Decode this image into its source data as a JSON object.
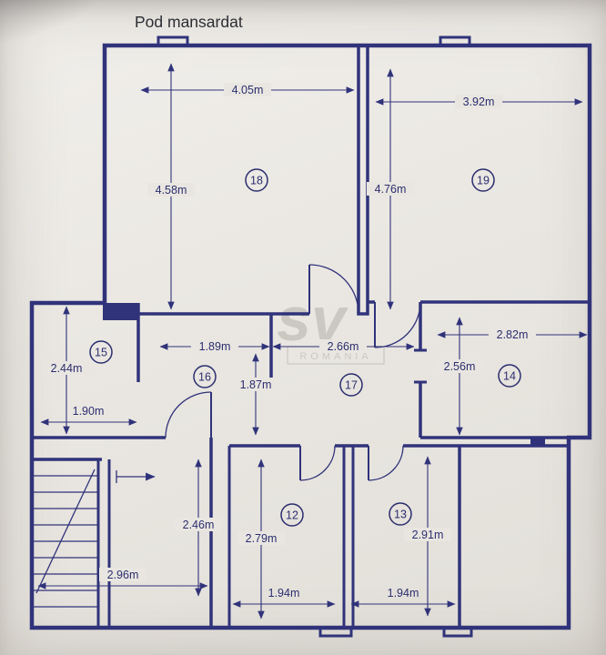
{
  "title": "Pod mansardat",
  "watermark": {
    "logo": "sv",
    "subtext": "ROMANIA"
  },
  "rooms": {
    "r12": "12",
    "r13": "13",
    "r14": "14",
    "r15": "15",
    "r16": "16",
    "r17": "17",
    "r18": "18",
    "r19": "19"
  },
  "dimensions": {
    "room18_width": "4.05m",
    "room18_height": "4.58m",
    "room19_width": "3.92m",
    "room19_height": "4.76m",
    "room14_width": "2.82m",
    "room14_height": "2.56m",
    "room17_width": "2.66m",
    "room16_width": "1.89m",
    "room16_height": "1.87m",
    "room15_width": "1.90m",
    "room15_height": "2.44m",
    "stairs_depth": "2.46m",
    "stairs_width": "2.96m",
    "room12_width": "1.94m",
    "room12_height": "2.79m",
    "room13_width": "1.94m",
    "room13_height": "2.91m"
  },
  "colors": {
    "wall": "#30337a",
    "ink": "#2b2e6e",
    "paper": "#e9e6e1",
    "watermark": "#b3b0a9",
    "title": "#2c2e33"
  }
}
